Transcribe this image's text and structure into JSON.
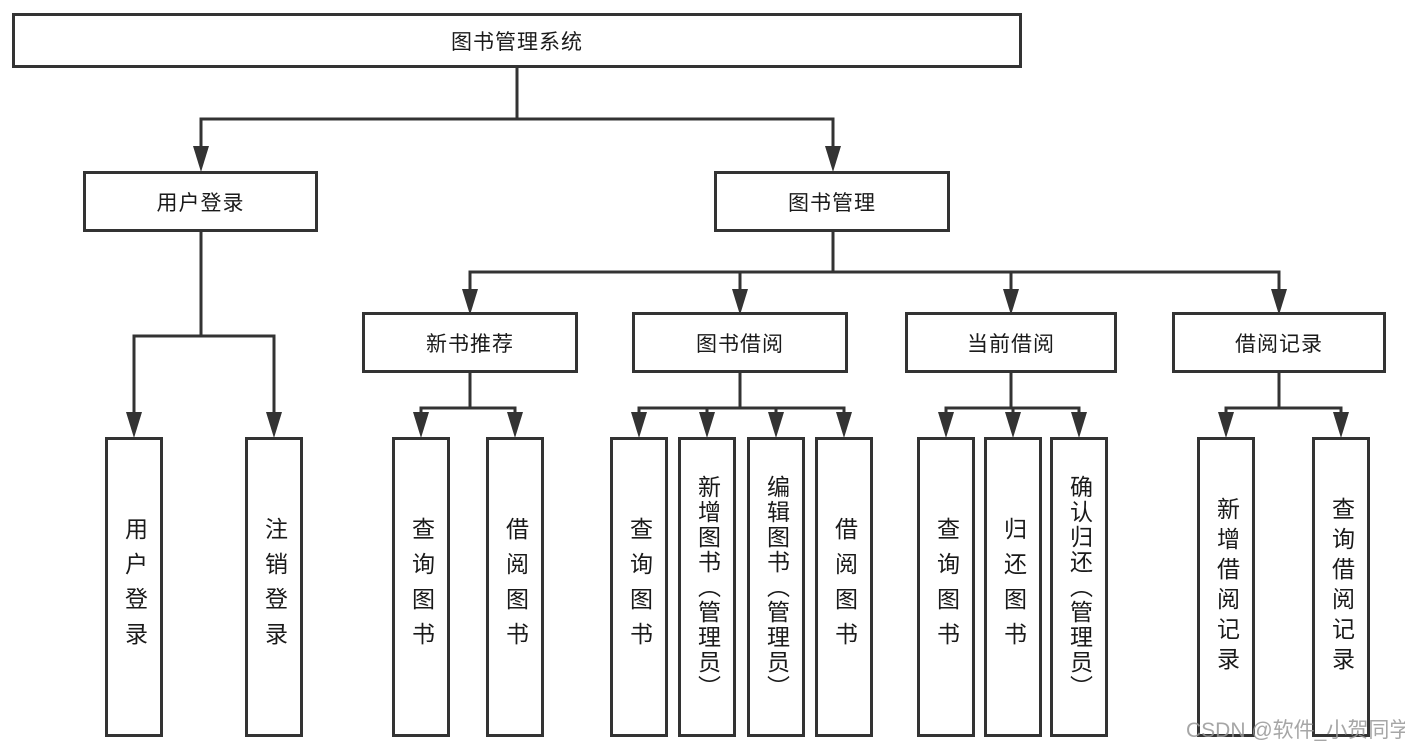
{
  "diagram": {
    "nodes": {
      "root": "图书管理系统",
      "user_login": "用户登录",
      "book_mgmt": "图书管理",
      "new_books": "新书推荐",
      "book_borrow": "图书借阅",
      "current_borrow": "当前借阅",
      "borrow_records": "借阅记录"
    },
    "leaves": {
      "user_login": [
        "用户登录",
        "注销登录"
      ],
      "new_books": [
        "查询图书",
        "借阅图书"
      ],
      "book_borrow": [
        "查询图书",
        "新增图书（管理员）",
        "编辑图书（管理员）",
        "借阅图书"
      ],
      "current_borrow": [
        "查询图书",
        "归还图书",
        "确认归还（管理员）"
      ],
      "borrow_records": [
        "新增借阅记录",
        "查询借阅记录"
      ]
    },
    "watermark": "CSDN @软件_小贺同学",
    "colors": {
      "line": "#333333",
      "text": "#1a1a1a",
      "watermark_gray": "#969696"
    }
  }
}
